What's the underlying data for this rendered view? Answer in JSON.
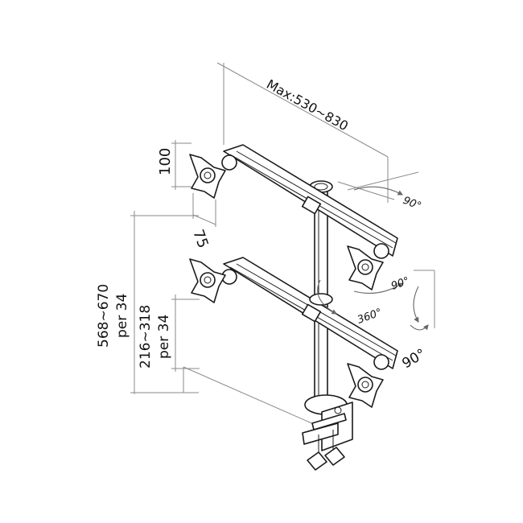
{
  "diagram": {
    "labels": {
      "arm_length": "Max:530~830",
      "vesa_height": "100",
      "vesa_width": "75",
      "pole_height": "568~670",
      "pole_step": "per 34",
      "tier_height": "216~318",
      "tier_step": "per 34",
      "tilt_top": "90°",
      "tilt_mid": "90°",
      "rotation": "360°",
      "tilt_bottom": "90°"
    }
  }
}
